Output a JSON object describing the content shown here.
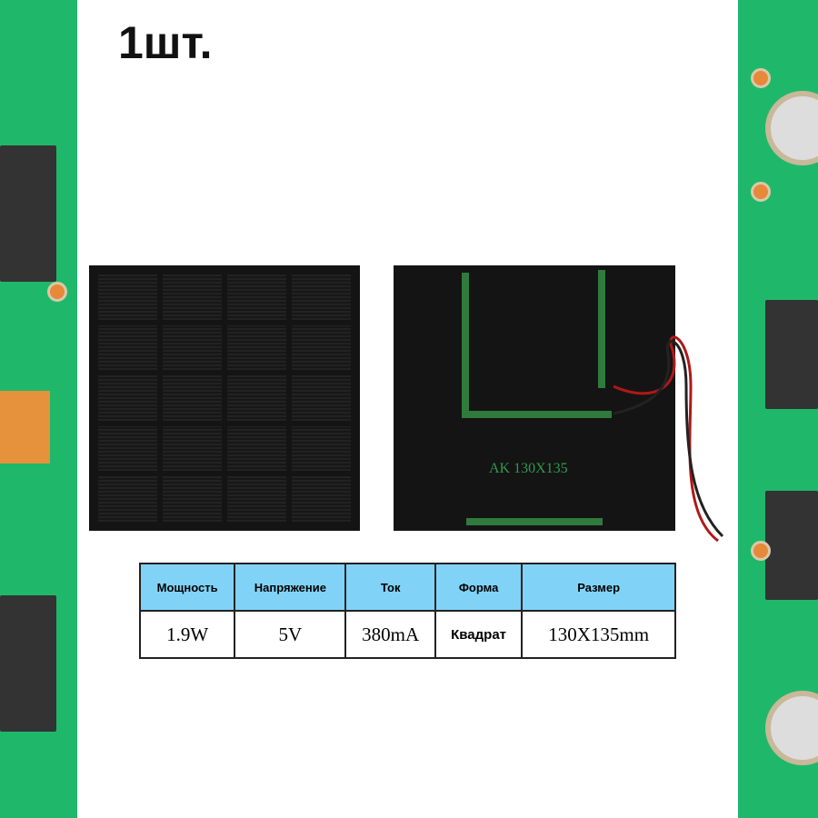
{
  "quantity_label": "1шт.",
  "panel_marking": "AK 130X135",
  "specs": {
    "headers": [
      "Мощность",
      "Напряжение",
      "Ток",
      "Форма",
      "Размер"
    ],
    "values": [
      "1.9W",
      "5V",
      "380mA",
      "Квадрат",
      "130X135mm"
    ]
  }
}
